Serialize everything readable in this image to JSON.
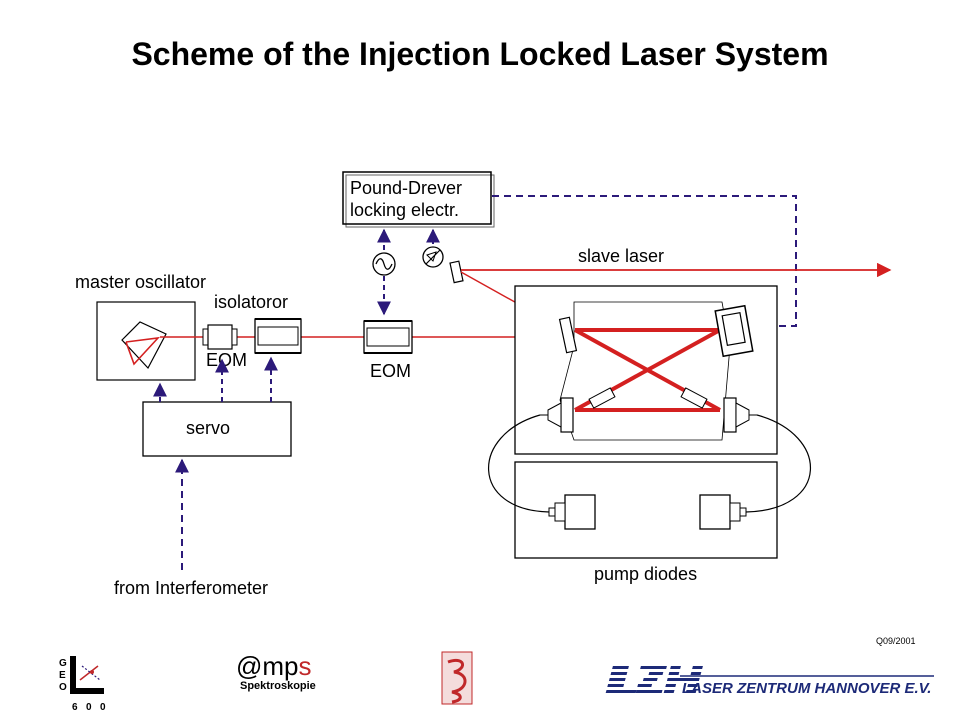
{
  "title": "Scheme of the Injection Locked Laser System",
  "labels": {
    "pound_drever_line1": "Pound-Drever",
    "pound_drever_line2": "locking electr.",
    "slave_laser": "slave laser",
    "master_oscillator": "master oscillator",
    "isolator": "isolatoror",
    "eom_small": "EOM",
    "eom_large": "EOM",
    "servo": "servo",
    "from_interferometer": "from Interferometer",
    "pump_diodes": "pump diodes"
  },
  "doc_code": "Q09/2001",
  "logos": {
    "geo600": {
      "letters": [
        "G",
        "E",
        "O"
      ],
      "digits": [
        "6",
        "0",
        "0"
      ]
    },
    "amps": {
      "at_mp": "@mp",
      "s": "s",
      "subtitle": "Spektroskopie"
    },
    "lzh": {
      "mark": "LZH",
      "name": "LASER ZENTRUM HANNOVER E.V."
    }
  },
  "colors": {
    "beam": "#d42020",
    "control_line": "#2c1a7a",
    "lzh_blue": "#1d2a78",
    "outline": "#000000"
  }
}
